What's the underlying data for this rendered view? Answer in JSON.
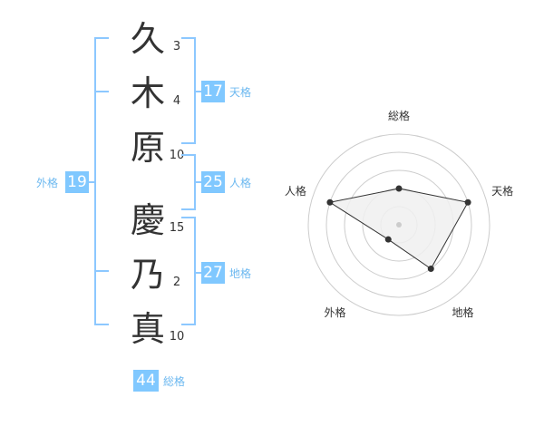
{
  "characters": [
    {
      "char": "久",
      "strokes": "3"
    },
    {
      "char": "木",
      "strokes": "4"
    },
    {
      "char": "原",
      "strokes": "10"
    },
    {
      "char": "慶",
      "strokes": "15"
    },
    {
      "char": "乃",
      "strokes": "2"
    },
    {
      "char": "真",
      "strokes": "10"
    }
  ],
  "fortunes": {
    "tenkaku": {
      "value": "17",
      "label": "天格"
    },
    "jinkaku": {
      "value": "25",
      "label": "人格"
    },
    "chikaku": {
      "value": "27",
      "label": "地格"
    },
    "gaikaku": {
      "value": "19",
      "label": "外格"
    },
    "soukaku": {
      "value": "44",
      "label": "総格"
    }
  },
  "chart_data": {
    "type": "radar",
    "axes": [
      "総格",
      "天格",
      "地格",
      "外格",
      "人格"
    ],
    "levels": 5,
    "values": [
      2,
      4,
      3,
      1,
      4
    ],
    "max": 4,
    "colors": {
      "fill": "#f0f0f0",
      "stroke": "#333333",
      "point": "#333333",
      "grid": "#cccccc"
    }
  }
}
